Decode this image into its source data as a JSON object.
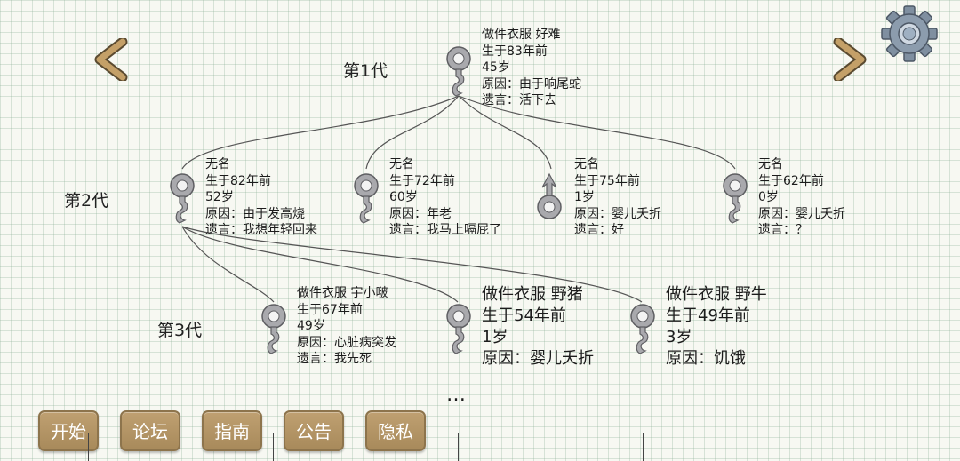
{
  "generations": [
    {
      "label": "第1代",
      "people": [
        {
          "gender": "female",
          "lines": [
            "做件衣服 好难",
            "生于83年前",
            "45岁",
            "原因：由于响尾蛇",
            "遗言：活下去"
          ]
        }
      ]
    },
    {
      "label": "第2代",
      "people": [
        {
          "gender": "female",
          "lines": [
            "无名",
            "生于82年前",
            "52岁",
            "原因：由于发高烧",
            "遗言：我想年轻回来"
          ]
        },
        {
          "gender": "female",
          "lines": [
            "无名",
            "生于72年前",
            "60岁",
            "原因：年老",
            "遗言：我马上嗝屁了"
          ]
        },
        {
          "gender": "male",
          "lines": [
            "无名",
            "生于75年前",
            "1岁",
            "原因：婴儿夭折",
            "遗言：好"
          ]
        },
        {
          "gender": "female",
          "lines": [
            "无名",
            "生于62年前",
            "0岁",
            "原因：婴儿夭折",
            "遗言：？"
          ]
        }
      ]
    },
    {
      "label": "第3代",
      "people": [
        {
          "gender": "female",
          "lines": [
            "做件衣服 宇小啵",
            "生于67年前",
            "49岁",
            "原因：心脏病突发",
            "遗言：我先死"
          ]
        },
        {
          "gender": "female",
          "lines": [
            "做件衣服 野猪",
            "生于54年前",
            "1岁",
            "原因：婴儿夭折"
          ]
        },
        {
          "gender": "female",
          "lines": [
            "做件衣服 野牛",
            "生于49年前",
            "3岁",
            "原因：饥饿"
          ]
        }
      ]
    }
  ],
  "more_indicator": "…",
  "nav": {
    "prev_icon": "chevron-left-icon",
    "next_icon": "chevron-right-icon",
    "settings_icon": "gear-icon"
  },
  "buttons": [
    "开始",
    "论坛",
    "指南",
    "公告",
    "隐私"
  ],
  "colors": {
    "button": "#b09264",
    "chevron": "#b8965e",
    "symbol": "#a9a9ad"
  }
}
